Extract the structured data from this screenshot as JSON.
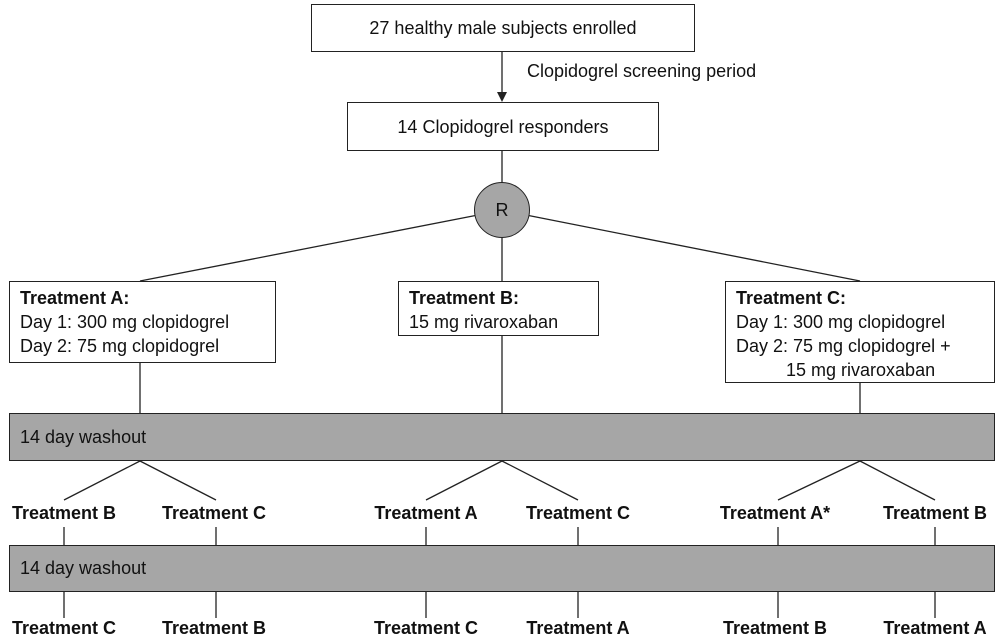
{
  "enrolled_label": "27 healthy male subjects enrolled",
  "screening_label": "Clopidogrel screening period",
  "responders_label": "14 Clopidogrel responders",
  "randomization_label": "R",
  "treatment_a": {
    "title": "Treatment A:",
    "lines": [
      "Day 1: 300 mg clopidogrel",
      "Day 2: 75 mg clopidogrel"
    ]
  },
  "treatment_b": {
    "title": "Treatment B:",
    "lines": [
      "15 mg rivaroxaban"
    ]
  },
  "treatment_c": {
    "title": "Treatment C:",
    "lines": [
      "Day 1: 300 mg clopidogrel",
      "Day 2: 75 mg clopidogrel +",
      "          15 mg rivaroxaban"
    ]
  },
  "washout_1": "14 day washout",
  "washout_2": "14 day washout",
  "period_2": [
    "Treatment B",
    "Treatment C",
    "Treatment A",
    "Treatment C",
    "Treatment A*",
    "Treatment B"
  ],
  "period_3": [
    "Treatment C",
    "Treatment B",
    "Treatment C",
    "Treatment A",
    "Treatment B",
    "Treatment A"
  ]
}
